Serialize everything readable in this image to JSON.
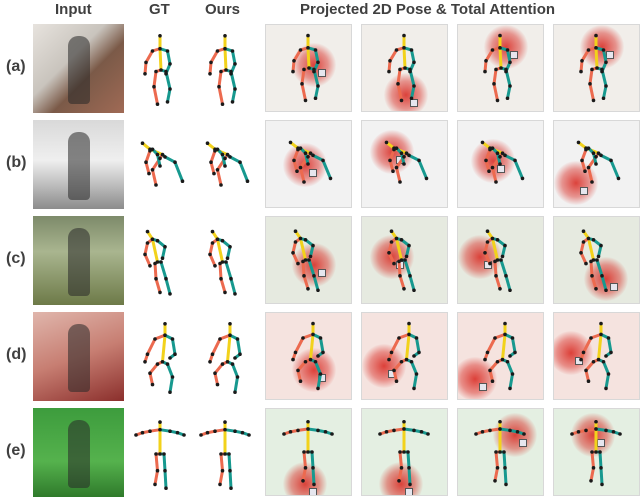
{
  "headers": {
    "input": "Input",
    "gt": "GT",
    "ours": "Ours",
    "projected": "Projected 2D Pose & Total Attention"
  },
  "rows": [
    {
      "label": "(a)"
    },
    {
      "label": "(b)"
    },
    {
      "label": "(c)"
    },
    {
      "label": "(d)"
    },
    {
      "label": "(e)"
    }
  ],
  "colors": {
    "spine": "#f2d21b",
    "right_limbs": "#ec6a4f",
    "left_limbs": "#17998f",
    "joint": "#1a1a1a",
    "attention": "#d8241c",
    "label_text": "#404040"
  }
}
